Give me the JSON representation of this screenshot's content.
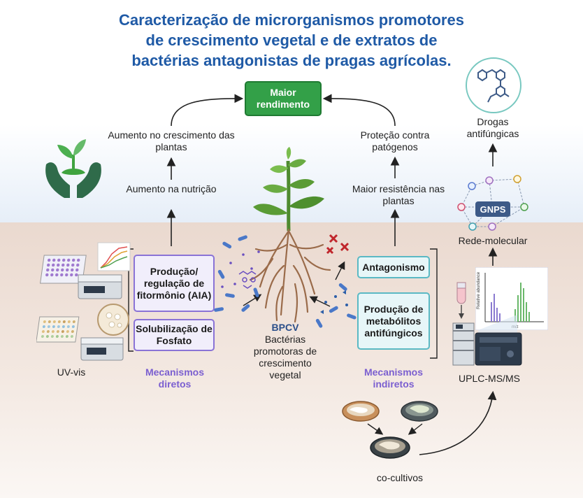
{
  "title": {
    "line1": "Caracterização de microrganismos promotores",
    "line2": "de crescimento vegetal e de extratos de",
    "line3": "bactérias antagonistas de pragas agrícolas."
  },
  "top_box": "Maior rendimento",
  "left_column": {
    "growth": "Aumento no crescimento das plantas",
    "nutrition": "Aumento na nutrição",
    "box_hormone": "Produção/ regulação de fitormônio (AIA)",
    "box_phosphate": "Solubilização de Fosfato",
    "mechanism_label": "Mecanismos diretos",
    "instrument_label": "UV-vis"
  },
  "center": {
    "acronym": "BPCV",
    "description": "Bactérias promotoras de crescimento vegetal"
  },
  "right_column": {
    "protection": "Proteção contra patógenos",
    "resistance": "Maior resistência nas plantas",
    "box_antagonism": "Antagonismo",
    "box_metabolites": "Produção de metabólitos antifúngicos",
    "mechanism_label": "Mecanismos indiretos"
  },
  "far_right": {
    "drugs": "Drogas antifúngicas",
    "gnps": "GNPS",
    "network": "Rede-molecular",
    "instrument": "UPLC-MS/MS",
    "spectrum_ylabel": "Relative abundance",
    "spectrum_xlabel": "m/z"
  },
  "bottom": {
    "cocultures": "co-cultivos"
  },
  "colors": {
    "title": "#1f5aa6",
    "direct_border": "#8a73d6",
    "indirect_border": "#5ab9c4",
    "yield_green": "#33a048",
    "mechanism_text": "#7b5fd0",
    "bpcv_text": "#2b4f8a"
  }
}
